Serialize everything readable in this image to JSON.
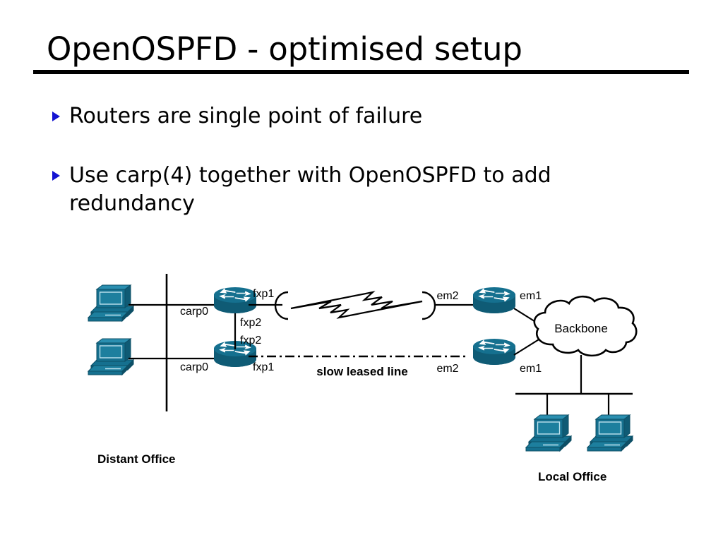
{
  "slide": {
    "title": "OpenOSPFD - optimised setup",
    "bullets": [
      {
        "text": "Routers are single point of failure",
        "marker": "triangle-right"
      },
      {
        "text": "Use carp(4) together with OpenOSPFD to add redundancy",
        "marker": "triangle-right"
      }
    ]
  },
  "theme": {
    "bullet_color": "#1414d2",
    "device_color": "#15708f",
    "device_color_dark": "#0f5b75",
    "device_color_light": "#2a8fb0",
    "line_color": "#000000",
    "background": "#ffffff"
  },
  "diagram": {
    "type": "network-topology",
    "site_labels": {
      "distant_office": "Distant Office",
      "local_office": "Local Office"
    },
    "cloud": {
      "label": "Backbone"
    },
    "link_label": "slow leased line",
    "interfaces": {
      "router_distant_top": {
        "lan": "carp0",
        "wan": "fxp1",
        "sync": "fxp2"
      },
      "router_distant_bottom": {
        "lan": "carp0",
        "wan": "fxp1",
        "sync": "fxp2"
      },
      "router_local_top": {
        "wan": "em2",
        "backbone": "em1"
      },
      "router_local_bottom": {
        "wan": "em2",
        "backbone": "em1"
      }
    },
    "labels": {
      "carp0_top": "carp0",
      "carp0_bottom": "carp0",
      "fxp1_top": "fxp1",
      "fxp2_top": "fxp2",
      "fxp2_bottom": "fxp2",
      "fxp1_bottom": "fxp1",
      "em2_top": "em2",
      "em1_top": "em1",
      "em2_bottom": "em2",
      "em1_bottom": "em1"
    },
    "nodes": [
      {
        "id": "pc-distant-1",
        "kind": "workstation"
      },
      {
        "id": "pc-distant-2",
        "kind": "workstation"
      },
      {
        "id": "router-distant-1",
        "kind": "router"
      },
      {
        "id": "router-distant-2",
        "kind": "router"
      },
      {
        "id": "router-local-1",
        "kind": "router"
      },
      {
        "id": "router-local-2",
        "kind": "router"
      },
      {
        "id": "pc-local-1",
        "kind": "workstation"
      },
      {
        "id": "pc-local-2",
        "kind": "workstation"
      },
      {
        "id": "backbone-cloud",
        "kind": "cloud"
      }
    ]
  }
}
